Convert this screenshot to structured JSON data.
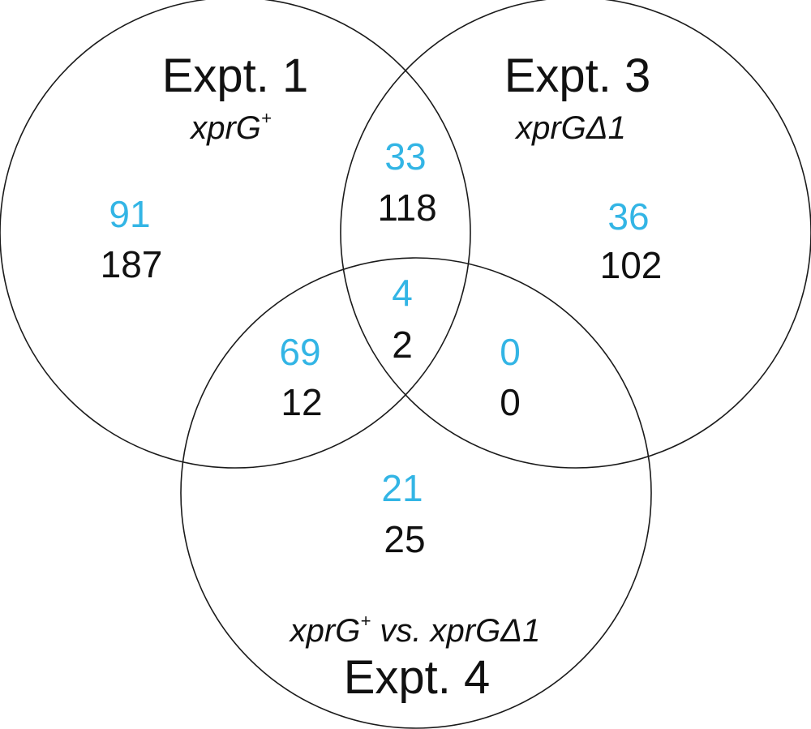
{
  "colors": {
    "upper_count": "#33b5e5",
    "lower_count": "#111111",
    "outline": "#1a1a1a"
  },
  "sets": {
    "expt1": {
      "title": "Expt. 1",
      "subtitle_main": "xprG",
      "subtitle_sup": "+"
    },
    "expt3": {
      "title": "Expt. 3",
      "subtitle": "xprGΔ1"
    },
    "expt4": {
      "title": "Expt. 4",
      "subtitle_a": "xprG",
      "subtitle_sup": "+",
      "subtitle_b": " vs. xprGΔ1"
    }
  },
  "regions": {
    "only_1": {
      "upper": "91",
      "lower": "187"
    },
    "only_3": {
      "upper": "36",
      "lower": "102"
    },
    "only_4": {
      "upper": "21",
      "lower": "25"
    },
    "1_and_3": {
      "upper": "33",
      "lower": "118"
    },
    "1_and_4": {
      "upper": "69",
      "lower": "12"
    },
    "3_and_4": {
      "upper": "0",
      "lower": "0"
    },
    "all_three": {
      "upper": "4",
      "lower": "2"
    }
  }
}
